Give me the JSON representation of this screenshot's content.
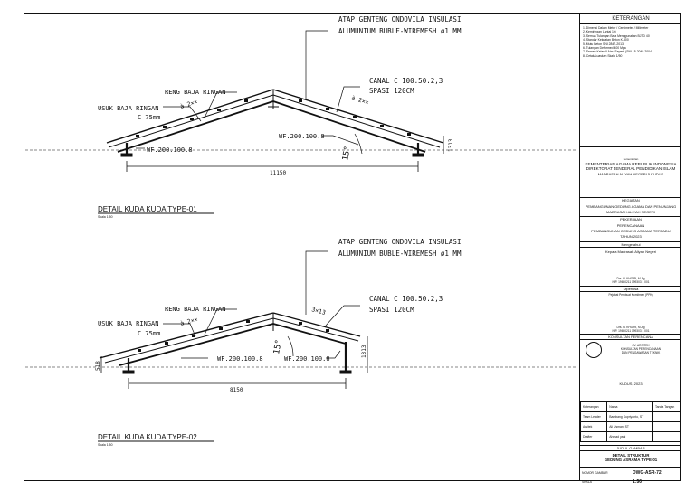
{
  "detail_1": {
    "title": "DETAIL KUDA KUDA TYPE-01",
    "scale": "Skala 1:50",
    "roof_note_1": "ATAP GENTENG ONDOVILA INSULASI",
    "roof_note_2": "ALUMUNIUM BUBLE-WIREMESH ø1 MM",
    "reng_label": "RENG BAJA RINGAN",
    "reng_spacing_left": "à 2××",
    "reng_spacing_right": "à 2××",
    "usuk_label_1": "USUK BAJA RINGAN",
    "usuk_label_2": "C 75mm",
    "canal_1": "CANAL C 100.50.2,3",
    "canal_2": "SPASI 120CM",
    "wf_left": "WF.200.100.8",
    "wf_right": "WF.200.100.8",
    "angle": "15°",
    "span": "11150",
    "height_left": "",
    "height_right": "1313"
  },
  "detail_2": {
    "title": "DETAIL KUDA KUDA TYPE-02",
    "scale": "Skala 1:50",
    "roof_note_1": "ATAP GENTENG ONDOVILA INSULASI",
    "roof_note_2": "ALUMUNIUM BUBLE-WIREMESH ø1 MM",
    "reng_label": "RENG BAJA RINGAN",
    "reng_spacing_left": "à 2××",
    "reng_spacing_right": "3×13",
    "usuk_label_1": "USUK BAJA RINGAN",
    "usuk_label_2": "C 75mm",
    "canal_1": "CANAL C 100.50.2,3",
    "canal_2": "SPASI 120CM",
    "wf_left": "WF.200.100.8",
    "wf_right": "WF.200.100.8",
    "angle": "15°",
    "span": "8150",
    "height_left": "518",
    "height_right": "1313"
  },
  "title_block": {
    "keterangan_title": "KETERANGAN",
    "notes": [
      "1. Dimensi Dalam Meter / Centimeter / Milimeter",
      "2. Kemiringan Lantai 1%",
      "3. Semua Tulangan Baja Menggunakan BJTD 40",
      "4. Standar Kekuatan Beton K-300",
      "5. Mutu Beton SNI 2847-2013",
      "6. Tulangan Deformed 400 Mpa",
      "7. Semen Kelas II Atau Seperti (SNI 15-2049-2004)",
      "8. Cetak/Luaskan Skala 1/50"
    ],
    "institution_small": "kementerian",
    "institution_1": "KEMENTERIAN AGAMA REPUBLIK INDONESIA",
    "institution_2": "DIREKTORAT JENDERAL PENDIDIKAN ISLAM",
    "institution_3": "MADRASAH ALIYAH NEGERI 5 KUDUS",
    "kegiatan_hdr": "KEGIATAN",
    "kegiatan_1": "PEMBANGUNAN GEDUNG AGAMA DAN PENUNJANG",
    "kegiatan_2": "MADRASAH ALIYAH NEGERI",
    "pekerjaan_hdr": "PEKERJAAN",
    "pekerjaan_1": "PERENCANAAN",
    "pekerjaan_2": "PEMBANGUNAN GEDUNG ASRAMA TERPADU",
    "pekerjaan_3": "TAHUN 2023",
    "mengetahui_hdr": "Mengetahui",
    "mengetahui_role": "Kepala Madrasah Aliyah Negeri",
    "sig_1": "Drs. H. KHOIRI, M.Ag",
    "sig_1_nip": "NIP. 19650211 199303 1 001",
    "diperiksa_hdr": "Diperiksa",
    "diperiksa_role": "Pejabat Pembuat Komitmen (PPK)",
    "sig_2": "Drs. H. KHOIRI, M.Ag",
    "sig_2_nip": "NIP. 19650211 199303 1 001",
    "konsultan_hdr": "KONSULTAN PERENCANA",
    "konsultan_1": "CV. ARSITEK",
    "konsultan_2": "KONSULTAN PERENCANAAN",
    "konsultan_3": "DAN PENGAWASAN TEKNIK",
    "date_label": "KUDUS, 2023",
    "col_keterangan": "Keterangan",
    "col_nama": "Nama",
    "col_ttd": "Tanda Tangan",
    "row_team": "Team Leader",
    "row_team_name": "Bambang Supriyanto, ST",
    "row_arsitek": "Arsitek",
    "row_arsitek_name": "Ali Usman, ST",
    "row_drafter": "Drafter",
    "row_drafter_name": "Ahmad yani",
    "judul_hdr": "JUDUL GAMBAR",
    "judul_1": "DETAIL STRUKTUR",
    "judul_2": "GEDUNG ASRAMA TYPE-01",
    "nomor_label": "NOMOR GAMBAR",
    "nomor_value": "DWG-ASR-72",
    "skala_label": "SKALA",
    "skala_value": "1:50"
  }
}
